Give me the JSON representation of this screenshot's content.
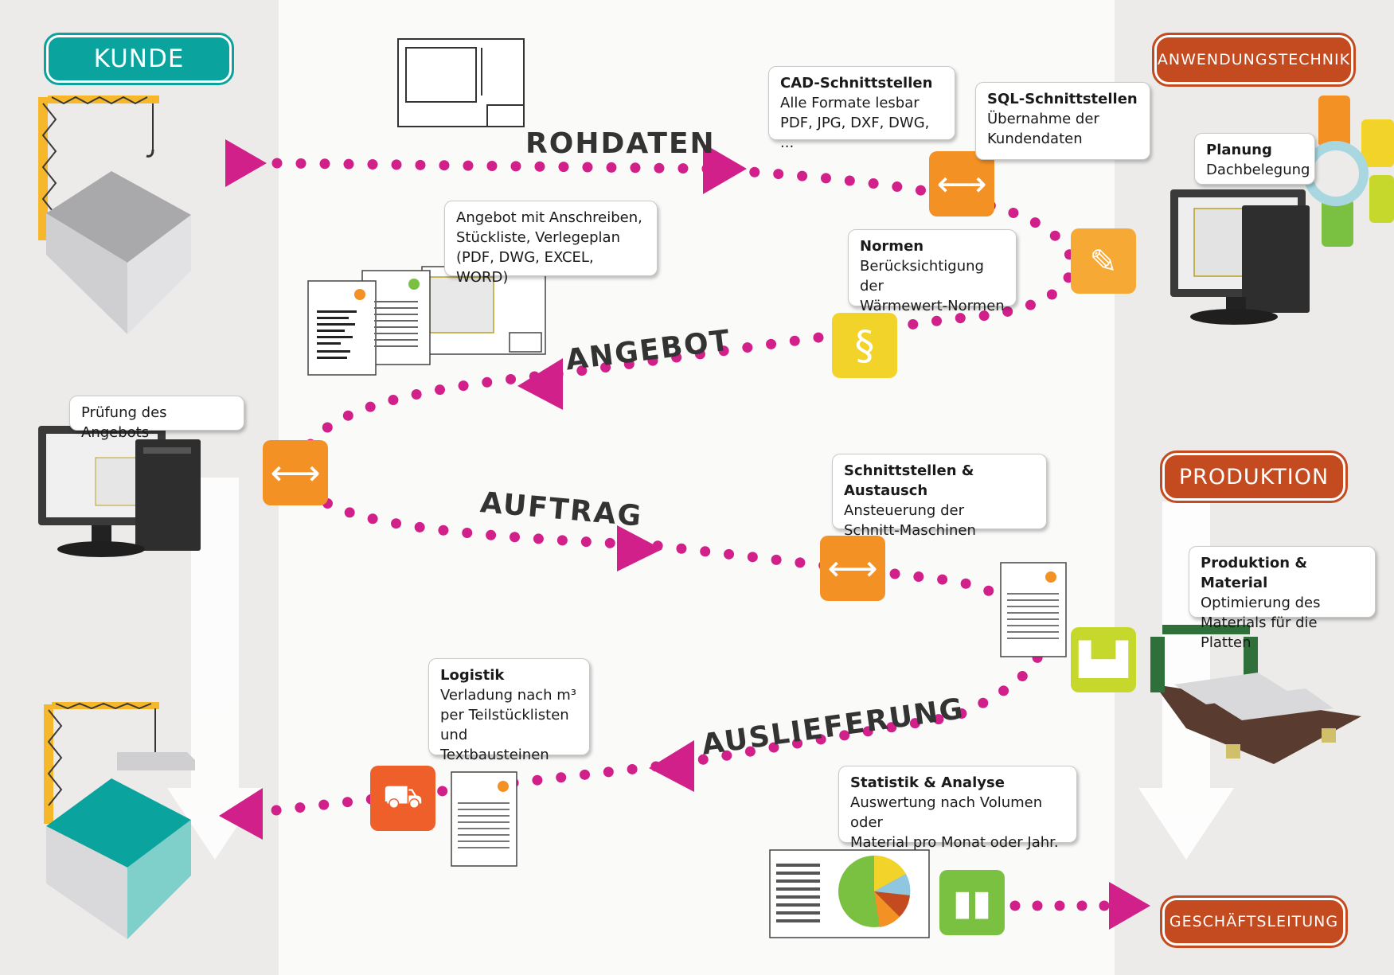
{
  "roles": {
    "kunde": "KUNDE",
    "anwendungstechnik": "ANWENDUNGSTECHNIK",
    "produktion": "PRODUKTION",
    "geschaeftsleitung": "GESCHÄFTSLEITUNG"
  },
  "stages": {
    "rohdaten": "ROHDATEN",
    "angebot": "ANGEBOT",
    "auftrag": "AUFTRAG",
    "auslieferung": "AUSLIEFERUNG"
  },
  "bubbles": {
    "cad": {
      "title": "CAD-Schnittstellen",
      "line1": "Alle Formate lesbar",
      "line2": "PDF, JPG, DXF, DWG, ..."
    },
    "sql": {
      "title": "SQL-Schnittstellen",
      "line1": "Übernahme der",
      "line2": "Kundendaten"
    },
    "planung": {
      "title": "Planung",
      "line1": "Dachbelegung"
    },
    "angebot": {
      "line1": "Angebot mit Anschreiben,",
      "line2": "Stückliste, Verlegeplan",
      "line3": "(PDF, DWG, EXCEL, WORD)"
    },
    "normen": {
      "title": "Normen",
      "line1": "Berücksichtigung der",
      "line2": "Wärmewert-Normen"
    },
    "pruefung": {
      "line1": "Prüfung des Angebots"
    },
    "schnitt": {
      "title": "Schnittstellen & Austausch",
      "line1": "Ansteuerung der",
      "line2": "Schnitt-Maschinen"
    },
    "produktion": {
      "title": "Produktion & Material",
      "line1": "Optimierung des",
      "line2": "Materials für die Platten"
    },
    "logistik": {
      "title": "Logistik",
      "line1": "Verladung nach m³",
      "line2": "per Teilstücklisten",
      "line3": "und Textbausteinen"
    },
    "statistik": {
      "title": "Statistik & Analyse",
      "line1": "Auswertung nach Volumen oder",
      "line2": "Material pro Monat oder Jahr."
    }
  },
  "icons": {
    "exchange": "double-arrow-icon",
    "ruler": "ruler-pencil-icon",
    "paragraph": "§",
    "factory": "factory-icon",
    "truck": "truck-icon",
    "bars": "bar-chart-icon"
  },
  "colors": {
    "teal": "#0aa39e",
    "red": "#c44a1f",
    "magenta": "#d1208a",
    "orange": "#f39124",
    "yellow": "#f2d32a",
    "lime": "#c6d82b",
    "darkorange": "#ef5f2a",
    "green": "#7ac142"
  }
}
